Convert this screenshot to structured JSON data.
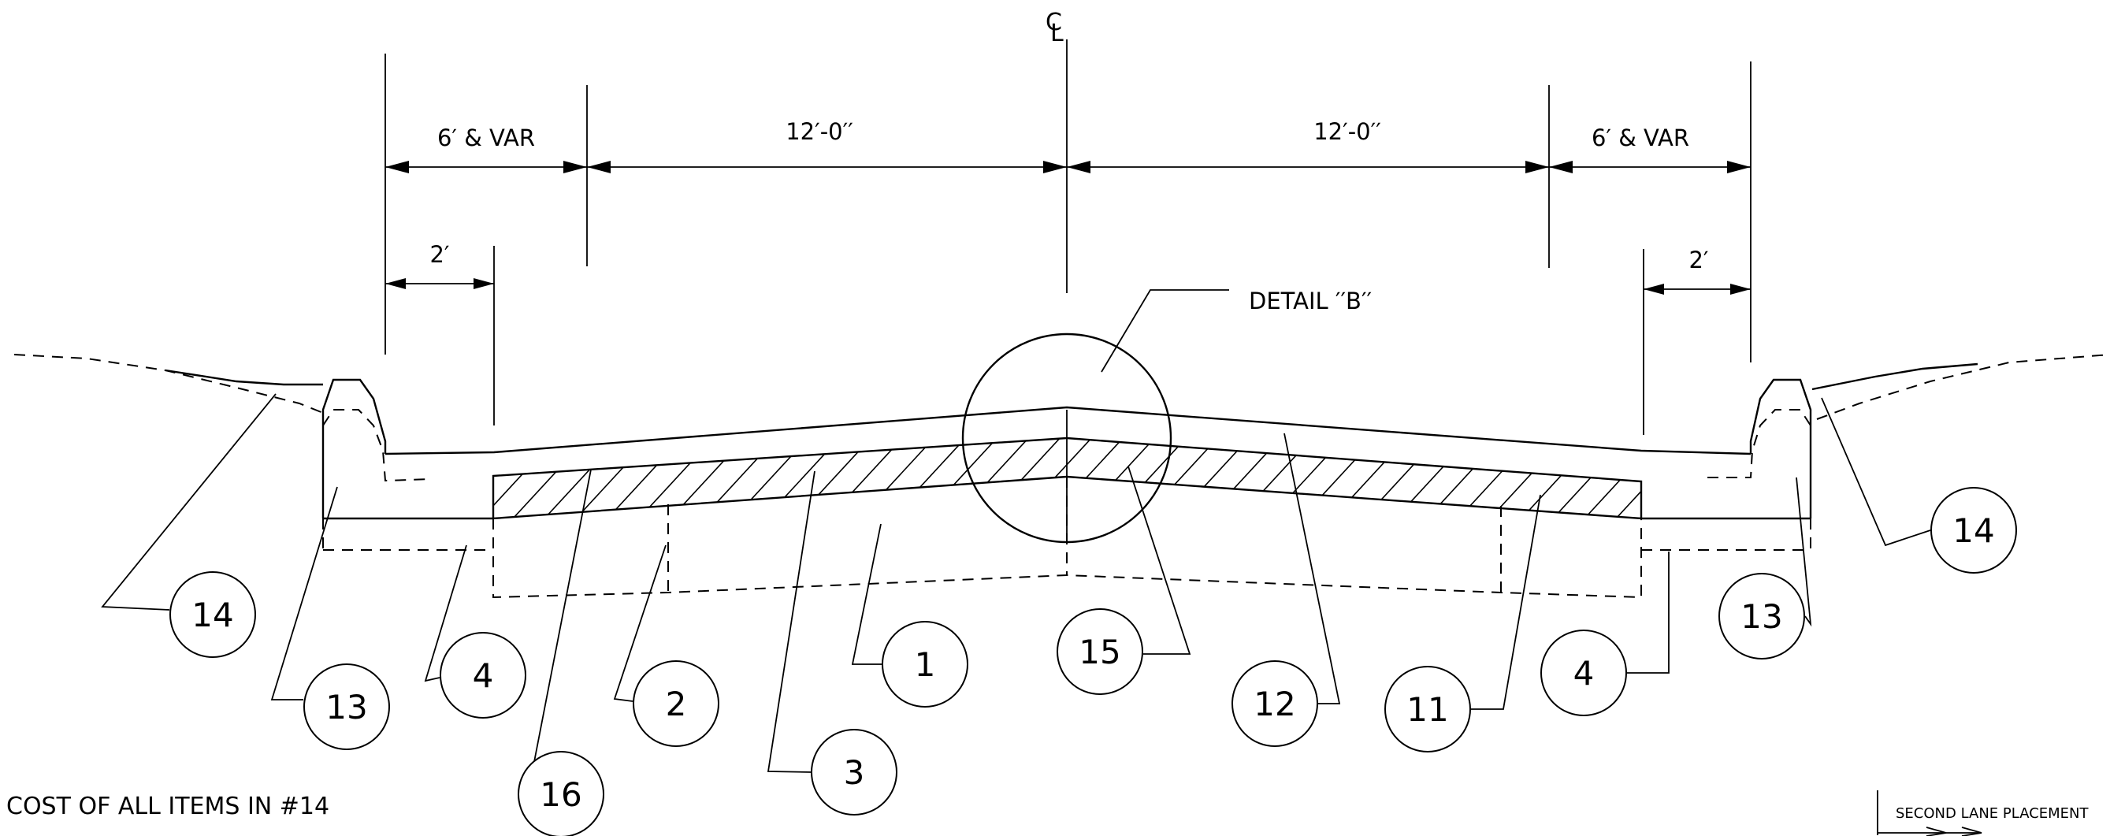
{
  "centerline": {
    "symbol_c": "C",
    "symbol_l": "L"
  },
  "dimensions": {
    "shoulder_left": "6′ & VAR",
    "lane_left": "12′-0′′",
    "lane_right": "12′-0′′",
    "shoulder_right": "6′ & VAR",
    "gutter_left": "2′",
    "gutter_right": "2′"
  },
  "detail_label": "DETAIL ′′B′′",
  "callouts": [
    "14",
    "13",
    "4",
    "16",
    "2",
    "3",
    "1",
    "15",
    "12",
    "11",
    "4",
    "13",
    "14"
  ],
  "note": "COST OF ALL ITEMS IN #14",
  "legend": {
    "label": "SECOND LANE PLACEMENT"
  }
}
